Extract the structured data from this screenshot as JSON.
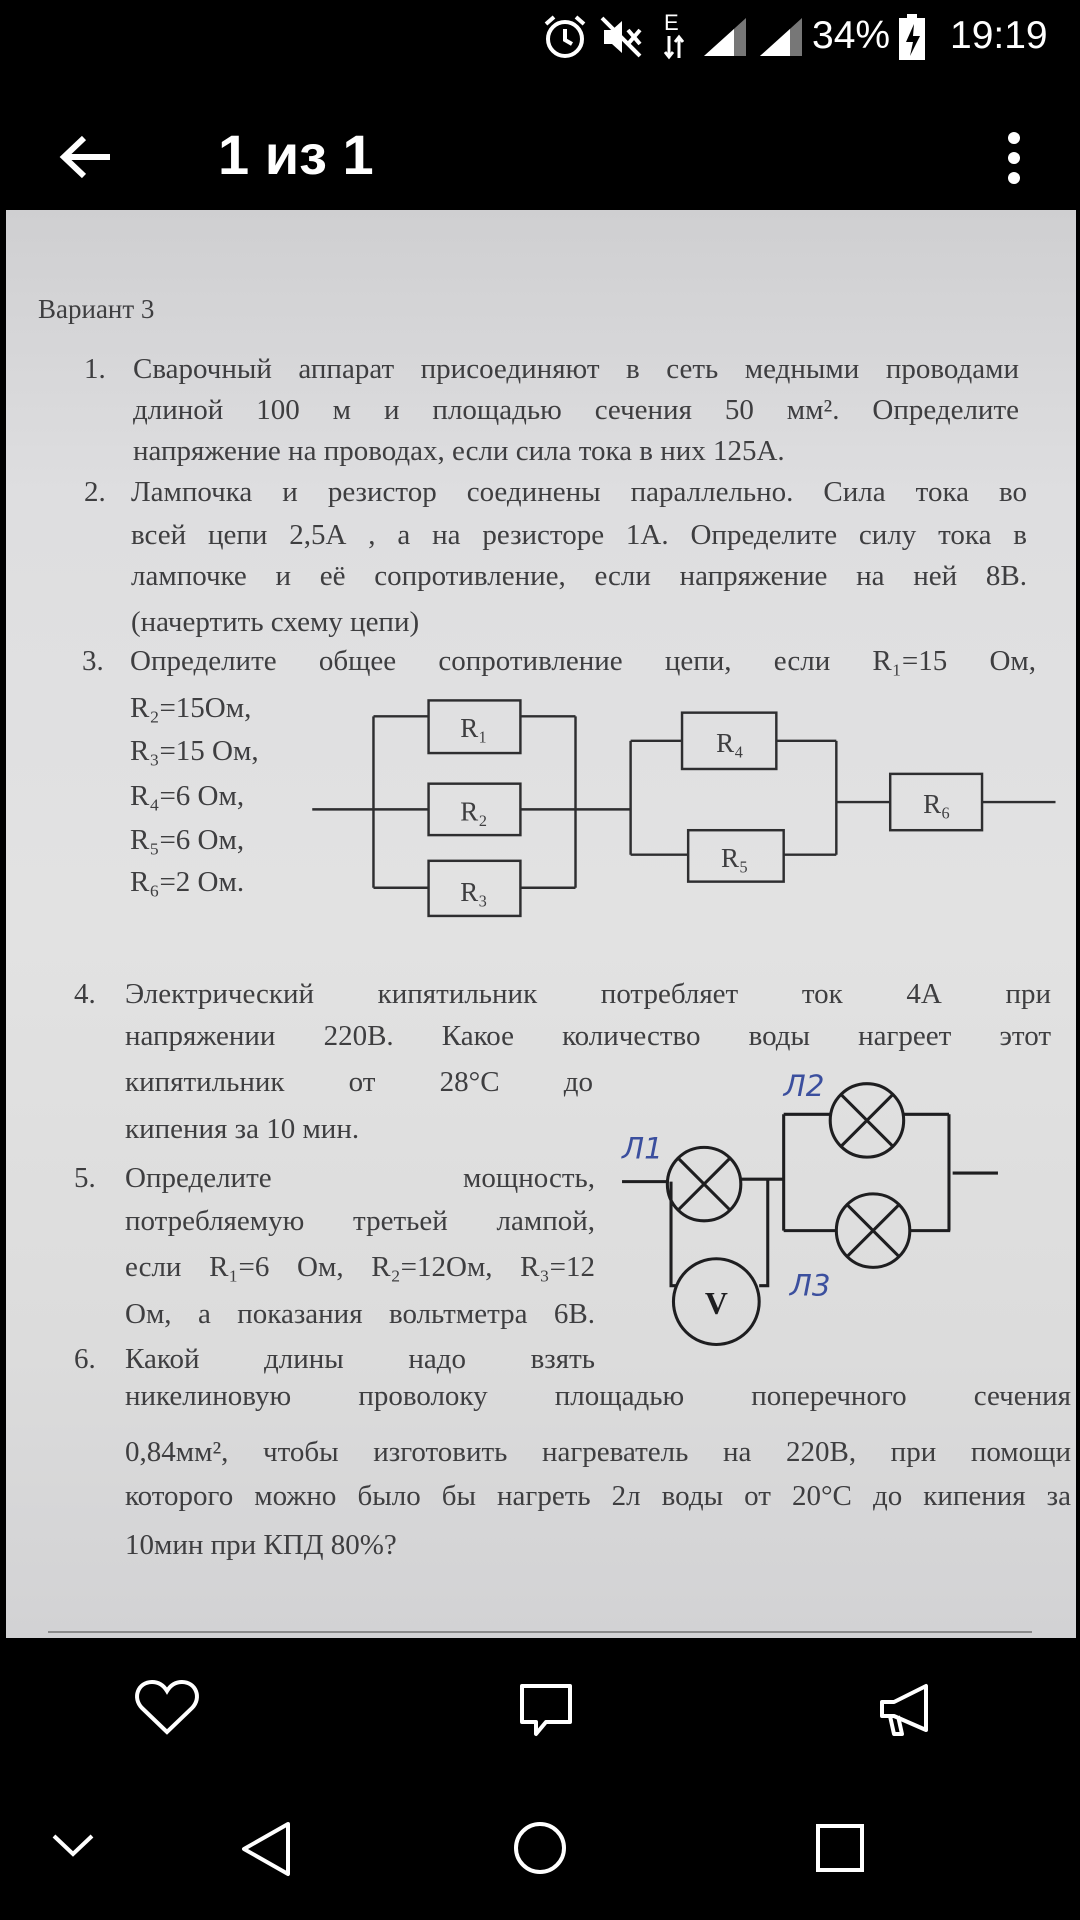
{
  "status_bar": {
    "battery": "34%",
    "time": "19:19",
    "network_label": "E"
  },
  "app_bar": {
    "title": "1 из 1"
  },
  "document": {
    "heading": "Вариант 3",
    "items": [
      {
        "number": "1.",
        "lines": [
          "Сварочный аппарат присоединяют в сеть медными проводами",
          "длиной 100 м и площадью сечения 50 мм². Определите",
          "напряжение на проводах, если сила тока в них 125А."
        ]
      },
      {
        "number": "2.",
        "lines": [
          "Лампочка и резистор соединены параллельно. Сила тока во",
          "всей цепи 2,5А , а на резисторе 1А. Определите силу тока в",
          "лампочке и её сопротивление, если напряжение на ней 8В.",
          "(начертить схему цепи)"
        ]
      },
      {
        "number": "3.",
        "lines": [
          "Определите общее сопротивление цепи, если R₁=15 Ом,",
          "R₂=15Ом,",
          "R₃=15 Ом,",
          "R₄=6 Ом,",
          "R₅=6 Ом,",
          "R₆=2 Ом."
        ]
      },
      {
        "number": "4.",
        "lines": [
          "Электрический кипятильник потребляет ток 4А при",
          "напряжении 220В. Какое количество воды нагреет этот",
          "кипятильник от 28°С до",
          "кипения за 10 мин."
        ]
      },
      {
        "number": "5.",
        "lines": [
          "Определите мощность,",
          "потребляемую третьей лампой,",
          "если R₁=6 Ом, R₂=12Ом, R₃=12",
          "Ом, а показания вольтметра 6В."
        ]
      },
      {
        "number": "6.",
        "lines": [
          "Какой длины надо взять",
          "никелиновую проволоку площадью поперечного сечения",
          "0,84мм², чтобы изготовить нагреватель на 220В, при помощи",
          "которого можно было бы нагреть 2л воды от 20°С до кипения за",
          "10мин при КПД 80%?"
        ]
      }
    ],
    "circuit3": {
      "resistors": [
        "R₁",
        "R₂",
        "R₃",
        "R₄",
        "R₅",
        "R₆"
      ]
    },
    "circuit5": {
      "lamp_labels": [
        "Л1",
        "Л2",
        "Л3"
      ],
      "voltmeter": "V"
    }
  },
  "colors": {
    "handwriting": "#3b4f9e",
    "paper": "#dedee0",
    "ink": "#3e3e40"
  }
}
